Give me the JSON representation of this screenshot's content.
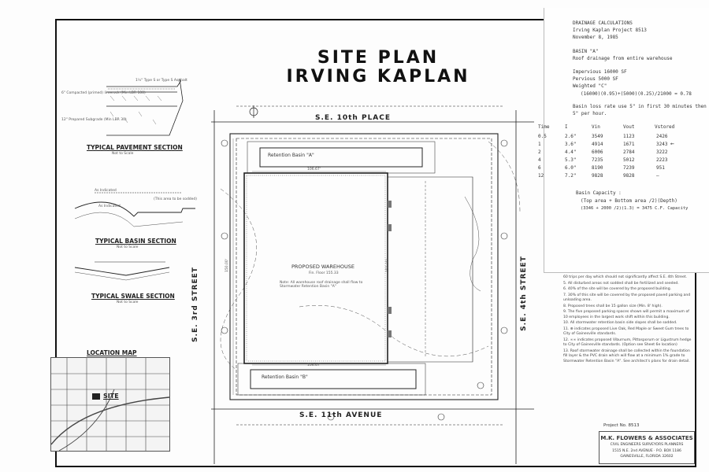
{
  "title": {
    "line1": "SITE PLAN",
    "line2": "IRVING KAPLAN"
  },
  "sections": {
    "pavement": {
      "title": "TYPICAL PAVEMENT SECTION",
      "scale": "Not to Scale",
      "notes": [
        "1½\" Type S or Type S Asphalt",
        "6\" Compacted (primed) limerock (Min LBR 100)",
        "12\" Prepared Subgrade (Min LBR 30)"
      ]
    },
    "basin": {
      "title": "TYPICAL BASIN SECTION",
      "scale": "Not to Scale",
      "notes": [
        "As Indicated",
        "(This area to be sodded)",
        "As Indicated"
      ]
    },
    "swale": {
      "title": "TYPICAL SWALE SECTION",
      "scale": "Not to Scale"
    }
  },
  "location_map": {
    "title": "LOCATION MAP",
    "site_label": "SITE"
  },
  "streets": {
    "north": "S.E. 10th PLACE",
    "south": "S.E. 11th AVENUE",
    "west": "S.E. 3rd STREET",
    "east": "S.E. 4th STREET"
  },
  "plan": {
    "basin_a": "Retention Basin \"A\"",
    "basin_b": "Retention Basin \"B\"",
    "warehouse": "PROPOSED WAREHOUSE",
    "floor": "Fin. Floor 155.33",
    "note": "Note: All warehouse roof drainage shall flow to Stormwater Retention Basin \"A\"",
    "dims": [
      "106.67'",
      "106.67'",
      "150.00'",
      "150.00'"
    ]
  },
  "calculations": {
    "heading": "DRAINAGE CALCULATIONS",
    "project": "Irving Kaplan  Project 8513",
    "date": "November 8, 1985",
    "basin": "BASIN \"A\"",
    "basin_desc": "Roof drainage from entire warehouse",
    "impervious": "Impervious    16000 SF",
    "pervious": "Pervious       5000 SF",
    "weighted": "Weighted  \"C\"",
    "formula": "(16000)(0.95)+(5000)(0.25)/21000 = 0.78",
    "loss_rate": "Basin loss rate use 5\" in first 30 minutes then",
    "loss_rate2": "5\" per hour.",
    "table_headers": [
      "Time",
      "I",
      "Vin",
      "Vout",
      "Vstored"
    ],
    "table_rows": [
      [
        "0.5",
        "2.6\"",
        "3549",
        "1123",
        "2426"
      ],
      [
        "1",
        "3.6\"",
        "4914",
        "1671",
        "3243"
      ],
      [
        "2",
        "4.4\"",
        "6006",
        "2784",
        "3222"
      ],
      [
        "4",
        "5.3\"",
        "7235",
        "5012",
        "2223"
      ],
      [
        "6",
        "6.0\"",
        "8190",
        "7239",
        "951"
      ],
      [
        "12",
        "7.2\"",
        "9828",
        "9828",
        "—"
      ]
    ],
    "capacity_heading": "Basin Capacity :",
    "capacity_formula": "(Top area + Bottom area /2)(Depth)",
    "capacity_calc": "(3346 + 2000 /2)(1.3) = 3475 C.F. Capacity"
  },
  "notes": [
    "60 trips per day which should not significantly affect S.E. 4th Street.",
    "5. All disturbed areas not sodded shall be fertilized and seeded.",
    "6. 40% of the site will be covered by the proposed building.",
    "7. 30% of this site will be covered by the proposed paved parking and unloading area.",
    "8. Proposed trees shall be 15 gallon size (Min. 8' high).",
    "9. The five proposed parking spaces shown will permit a maximum of 10 employees in the largest work shift within this building.",
    "10. All stormwater retention basin side slopes shall be sodded.",
    "11. ⊕ indicates proposed Live Oak, Red Maple or Sweet Gum trees to City of Gainesville standards.",
    "12. ∞∞ indicates proposed Viburnum, Pittosporum or Ligustrum hedge to City of Gainesville standards. (Option see Sheet 6e location)",
    "13. Roof stormwater drainage shall be collected within the foundation fill layer & the PVC drain which will flow at a minimum 1% grade to Stormwater Retention Basin \"A\". See architect's plans for drain detail."
  ],
  "title_block": {
    "project": "Project No. 8513",
    "firm": "M.K. FLOWERS & ASSOCIATES",
    "services": "CIVIL ENGINEERS  SURVEYORS  PLANNERS",
    "address": "1515 N.E. 2nd AVENUE · P.O. BOX 1186",
    "city": "GAINESVILLE, FLORIDA 32602"
  }
}
